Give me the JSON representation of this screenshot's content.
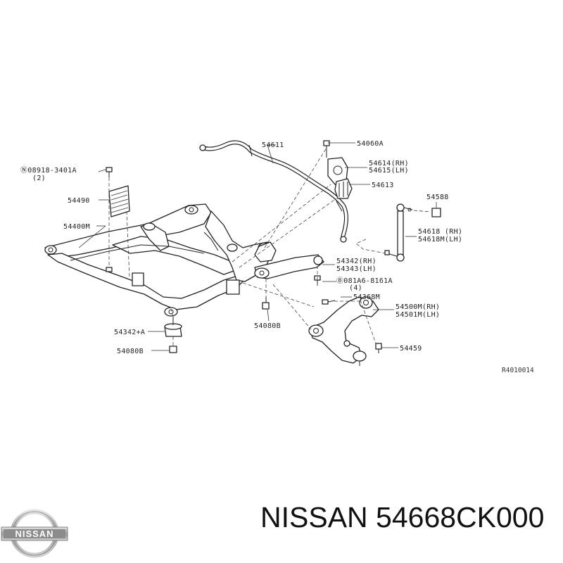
{
  "diagram": {
    "reference_code": "R4010014",
    "callouts": {
      "c54611": "54611",
      "c54060A": "54060A",
      "c54614": "54614(RH)",
      "c54615": "54615(LH)",
      "c54613": "54613",
      "c54588": "54588",
      "c54618": "54618  (RH)",
      "c54618M": "54618M(LH)",
      "c08918": "Ⓝ08918-3401A",
      "c08918qty": "(2)",
      "c54490": "54490",
      "c54400M": "54400M",
      "c54342": "54342(RH)",
      "c54343": "54343(LH)",
      "c081A6": "Ⓑ081A6-8161A",
      "c081A6qty": "(4)",
      "c54368M": "54368M",
      "c54500M": "54500M(RH)",
      "c54501M": "54501M(LH)",
      "c54342A": "54342+A",
      "c54080B_left": "54080B",
      "c54080B_mid": "54080B",
      "c54459": "54459"
    }
  },
  "brand": {
    "logo_text": "NISSAN",
    "logo_color": "#9a9a9a"
  },
  "product": {
    "title": "NISSAN 54668CK000"
  }
}
